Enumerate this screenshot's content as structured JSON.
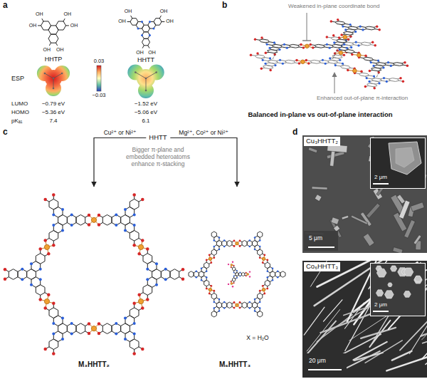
{
  "diagram": {
    "nodes": [
      {
        "text": [
          "HHTT"
        ]
      },
      {
        "text": [
          "M₃HHTT₂"
        ]
      },
      {
        "text": [
          "M₆HHTT₃"
        ]
      },
      {
        "text": [
          "Cu₃HHTT₂",
          "5 μm"
        ]
      },
      {
        "text": [
          "2 μm"
        ],
        "in": 3
      },
      {
        "text": [
          "Co₆HHTT₃",
          "20 μm"
        ]
      },
      {
        "text": [
          "2 μm"
        ],
        "in": 5
      }
    ],
    "edges": [
      {
        "from": 0,
        "to": 1,
        "arrow": "to",
        "label": "Cu²⁺ or Ni²⁺"
      },
      {
        "from": 0,
        "to": 2,
        "arrow": "to",
        "label": "Mg²⁺, Co²⁺ or Ni²⁺"
      }
    ],
    "labels": [
      "a",
      "HHTP",
      "HHTT",
      "ESP",
      "0.03",
      "−0.03",
      "LUMO",
      "−0.79 eV",
      "−1.52 eV",
      "HOMO",
      "−5.36 eV",
      "−5.06 eV",
      "pKₐ₁",
      "7.4",
      "6.1",
      "b",
      "Weakened in-plane coordinate bond",
      "Enhanced out-of-plane π-interaction",
      "Balanced in-plane vs out-of-plane interaction",
      "c",
      "Bigger π-plane and embedded heteroatoms enhance π-stacking",
      "X = H₂O",
      "d",
      "OH",
      "OH",
      "OH",
      "OH",
      "OH",
      "OH",
      "OH",
      "OH",
      "OH",
      "OH",
      "OH",
      "OH"
    ]
  }
}
